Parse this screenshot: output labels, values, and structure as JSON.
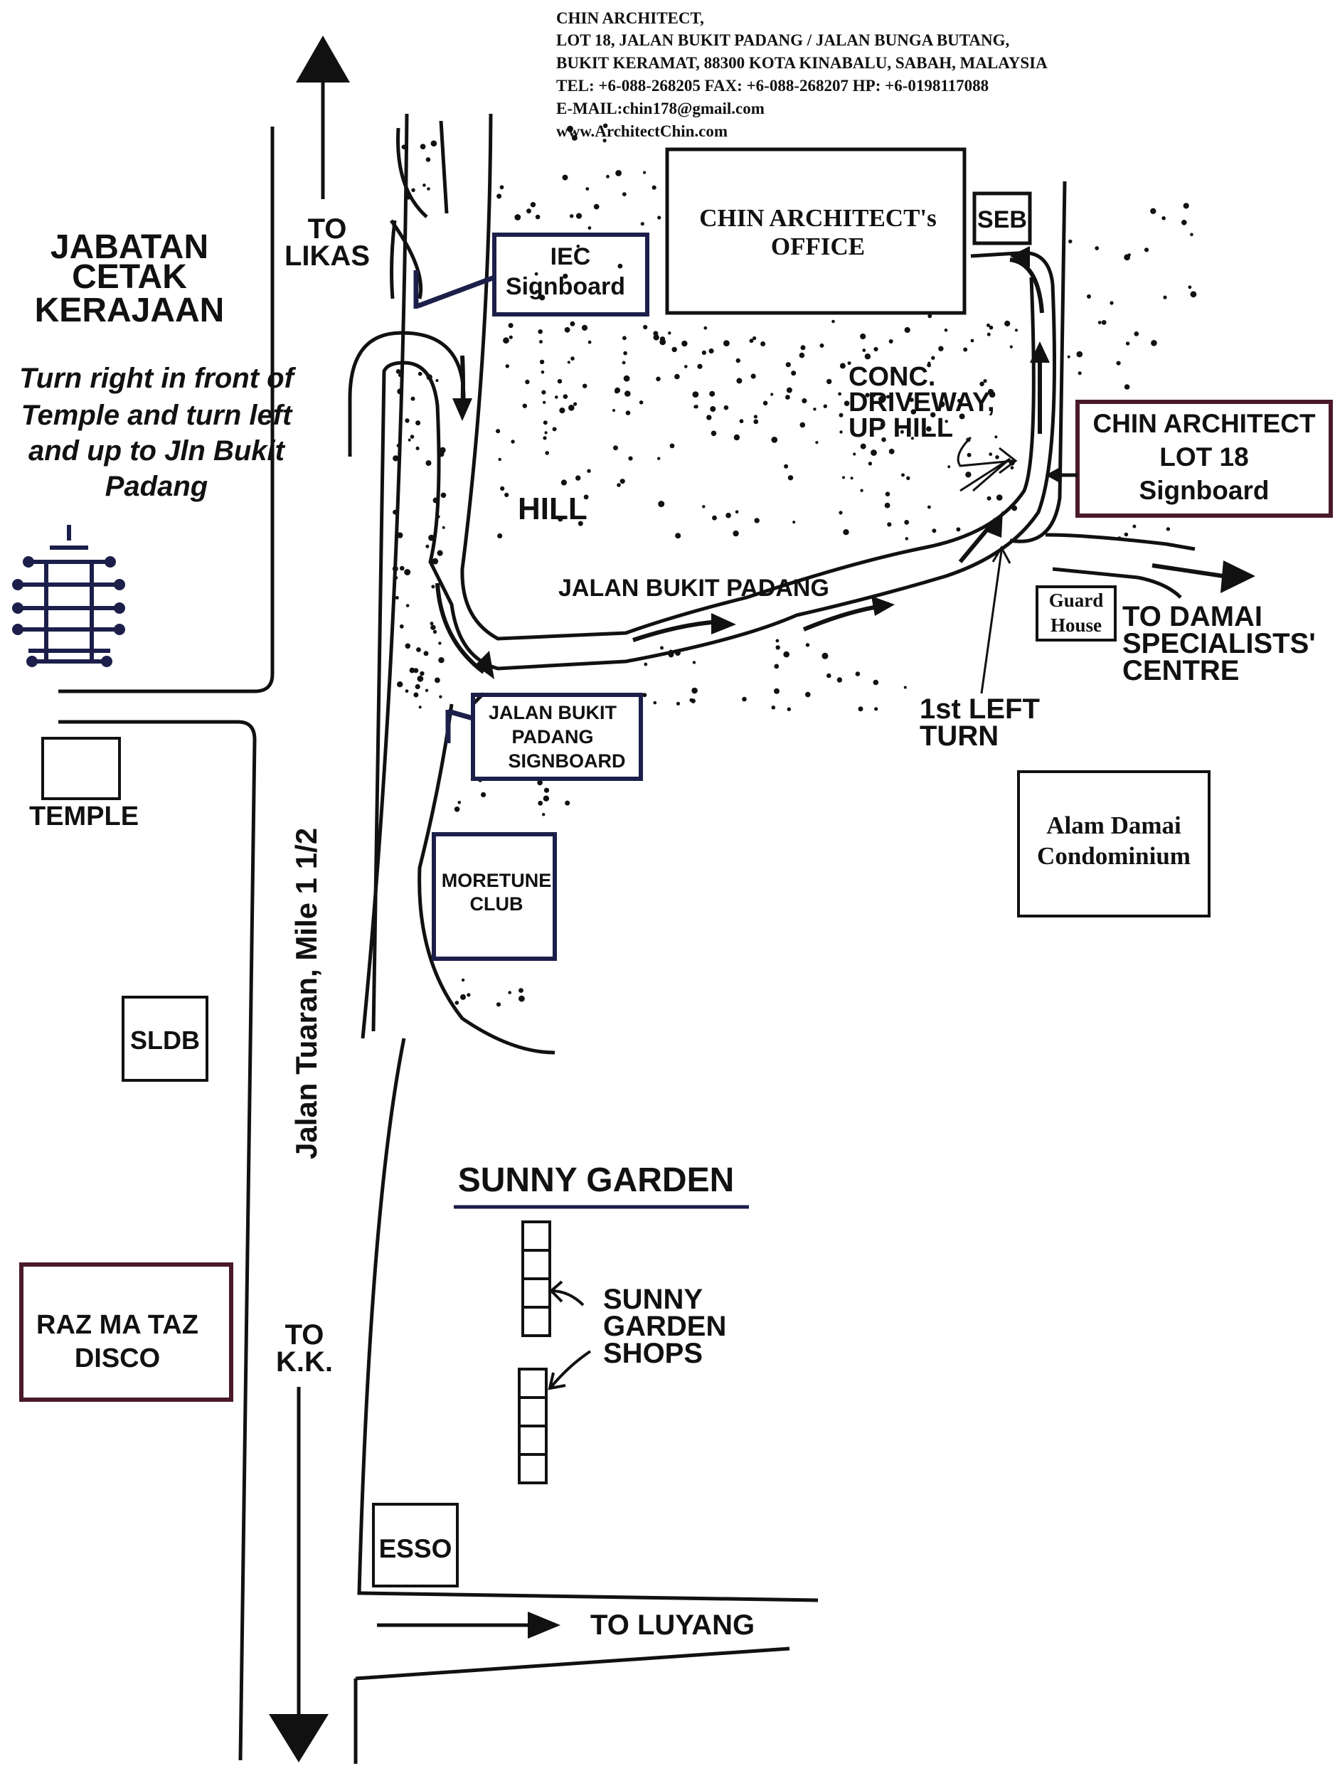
{
  "header": {
    "lines": [
      "CHIN ARCHITECT,",
      "LOT 18, JALAN BUKIT PADANG / JALAN BUNGA BUTANG,",
      "BUKIT KERAMAT, 88300 KOTA KINABALU, SABAH, MALAYSIA",
      "TEL: +6-088-268205 FAX: +6-088-268207   HP: +6-0198117088",
      "E-MAIL:chin178@gmail.com",
      "www.ArchitectChin.com"
    ]
  },
  "labels": {
    "to_likas": [
      "TO",
      "LIKAS"
    ],
    "jabatan": [
      "JABATAN",
      "CETAK",
      "KERAJAAN"
    ],
    "directions": [
      "Turn right in front of",
      "Temple and turn left",
      "and up to Jln Bukit",
      "Padang"
    ],
    "iec_signboard": [
      "IEC",
      "Signboard"
    ],
    "office": [
      "CHIN ARCHITECT's",
      "OFFICE"
    ],
    "seb": "SEB",
    "driveway": [
      "CONC.",
      "DRIVEWAY,",
      "UP HILL"
    ],
    "lot18_signboard": [
      "CHIN ARCHITECT",
      "LOT 18",
      "Signboard"
    ],
    "hill": "HILL",
    "jalan_bukit_padang": "JALAN BUKIT PADANG",
    "guard_house": [
      "Guard",
      "House"
    ],
    "to_damai": [
      "TO DAMAI",
      "SPECIALISTS'",
      "CENTRE"
    ],
    "first_left": [
      "1st LEFT",
      "TURN"
    ],
    "jbp_signboard": [
      "JALAN BUKIT",
      "PADANG",
      "SIGNBOARD"
    ],
    "temple": "TEMPLE",
    "alam_damai": [
      "Alam Damai",
      "Condominium"
    ],
    "moretune": [
      "MORETUNE",
      "CLUB"
    ],
    "jalan_tuaran": "Jalan  Tuaran,  Mile 1 1/2",
    "sldb": "SLDB",
    "sunny_garden": "SUNNY GARDEN",
    "sunny_shops": [
      "SUNNY",
      "GARDEN",
      "SHOPS"
    ],
    "razmataz": [
      "RAZ MA TAZ",
      "DISCO"
    ],
    "to_kk": [
      "TO",
      "K.K."
    ],
    "esso": "ESSO",
    "to_luyang": "TO LUYANG"
  },
  "colors": {
    "ink": "#111111",
    "navy": "#1c1f4a",
    "maroon": "#4a1a2c"
  }
}
